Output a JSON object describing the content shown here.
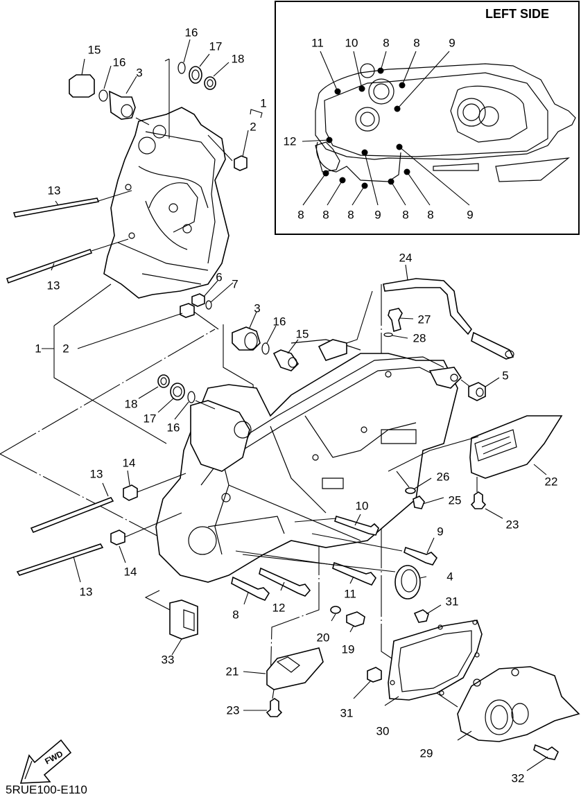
{
  "diagram": {
    "code": "5RUE100-E110",
    "fwd_label": "FWD",
    "inset": {
      "title": "LEFT SIDE",
      "callouts": [
        {
          "id": "inset-11",
          "text": "11"
        },
        {
          "id": "inset-10",
          "text": "10"
        },
        {
          "id": "inset-8a",
          "text": "8"
        },
        {
          "id": "inset-8b",
          "text": "8"
        },
        {
          "id": "inset-9a",
          "text": "9"
        },
        {
          "id": "inset-12",
          "text": "12"
        },
        {
          "id": "inset-8c",
          "text": "8"
        },
        {
          "id": "inset-8d",
          "text": "8"
        },
        {
          "id": "inset-8e",
          "text": "8"
        },
        {
          "id": "inset-9b",
          "text": "9"
        },
        {
          "id": "inset-8f",
          "text": "8"
        },
        {
          "id": "inset-8g",
          "text": "8"
        },
        {
          "id": "inset-9c",
          "text": "9"
        }
      ]
    },
    "callouts": [
      {
        "id": "c15-top",
        "text": "15"
      },
      {
        "id": "c16-top-left",
        "text": "16"
      },
      {
        "id": "c3-top",
        "text": "3"
      },
      {
        "id": "c16-top",
        "text": "16"
      },
      {
        "id": "c17-top",
        "text": "17"
      },
      {
        "id": "c18-top",
        "text": "18"
      },
      {
        "id": "c1-top",
        "text": "1"
      },
      {
        "id": "c2-top",
        "text": "2"
      },
      {
        "id": "c13-a",
        "text": "13"
      },
      {
        "id": "c13-b",
        "text": "13"
      },
      {
        "id": "c6",
        "text": "6"
      },
      {
        "id": "c7",
        "text": "7"
      },
      {
        "id": "c24",
        "text": "24"
      },
      {
        "id": "c27",
        "text": "27"
      },
      {
        "id": "c28",
        "text": "28"
      },
      {
        "id": "c3-mid",
        "text": "3"
      },
      {
        "id": "c16-mid",
        "text": "16"
      },
      {
        "id": "c15-mid",
        "text": "15"
      },
      {
        "id": "c1-mid",
        "text": "1"
      },
      {
        "id": "c2-mid",
        "text": "2"
      },
      {
        "id": "c5",
        "text": "5"
      },
      {
        "id": "c18-mid",
        "text": "18"
      },
      {
        "id": "c17-mid",
        "text": "17"
      },
      {
        "id": "c16-low",
        "text": "16"
      },
      {
        "id": "c22",
        "text": "22"
      },
      {
        "id": "c14-a",
        "text": "14"
      },
      {
        "id": "c13-c",
        "text": "13"
      },
      {
        "id": "c26",
        "text": "26"
      },
      {
        "id": "c25",
        "text": "25"
      },
      {
        "id": "c10",
        "text": "10"
      },
      {
        "id": "c23-right",
        "text": "23"
      },
      {
        "id": "c9",
        "text": "9"
      },
      {
        "id": "c14-b",
        "text": "14"
      },
      {
        "id": "c4",
        "text": "4"
      },
      {
        "id": "c13-d",
        "text": "13"
      },
      {
        "id": "c11",
        "text": "11"
      },
      {
        "id": "c12",
        "text": "12"
      },
      {
        "id": "c8",
        "text": "8"
      },
      {
        "id": "c31-top",
        "text": "31"
      },
      {
        "id": "c20",
        "text": "20"
      },
      {
        "id": "c19",
        "text": "19"
      },
      {
        "id": "c33",
        "text": "33"
      },
      {
        "id": "c21",
        "text": "21"
      },
      {
        "id": "c23-bottom",
        "text": "23"
      },
      {
        "id": "c31-bottom",
        "text": "31"
      },
      {
        "id": "c30",
        "text": "30"
      },
      {
        "id": "c29",
        "text": "29"
      },
      {
        "id": "c32",
        "text": "32"
      }
    ]
  }
}
